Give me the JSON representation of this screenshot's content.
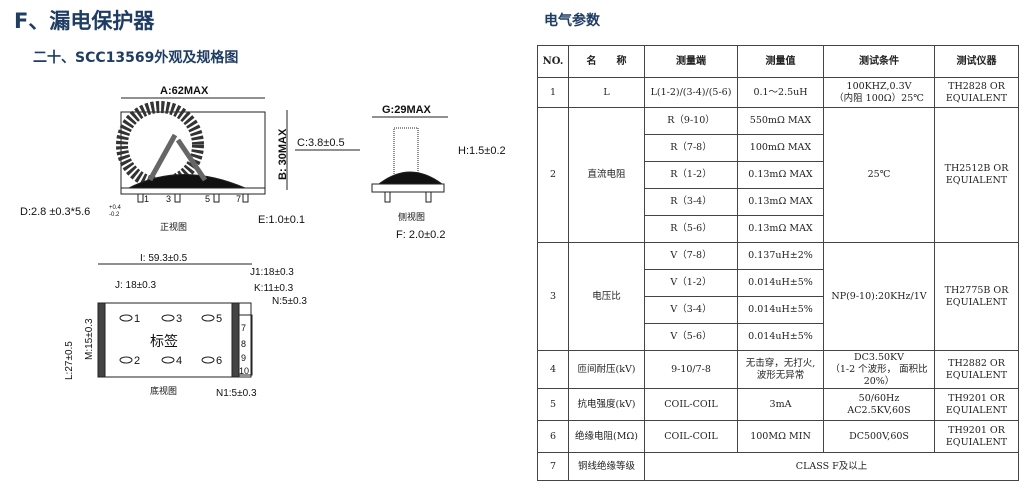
{
  "title": "F、漏电保护器",
  "subtitle": "二十、SCC13569外观及规格图",
  "table_title": "电气参数",
  "drawing": {
    "a": "A:62MAX",
    "b": "B: 30MAX",
    "c": "C:3.8±0.5",
    "d": "D:2.8 ±0.3*5.6",
    "d_tol_up": "+0.4",
    "d_tol_dn": "-0.2",
    "e": "E:1.0±0.1",
    "front_caption": "正视图",
    "g": "G:29MAX",
    "h": "H:1.5±0.2",
    "f": "F: 2.0±0.2",
    "side_caption": "侧视图",
    "i": "I: 59.3±0.5",
    "j": "J: 18±0.3",
    "j1": "J1:18±0.3",
    "k": "K:11±0.3",
    "n": "N:5±0.3",
    "l": "L:27±0.5",
    "m": "M:15±0.3",
    "n1": "N1:5±0.3",
    "label": "标签",
    "bottom_caption": "底视图",
    "pins_front": [
      "1",
      "3",
      "5",
      "7"
    ],
    "pins": [
      "1",
      "3",
      "5",
      "2",
      "4",
      "6",
      "7",
      "8",
      "9",
      "10"
    ]
  },
  "table": {
    "headers": [
      "NO.",
      "名　　称",
      "测量端",
      "测量值",
      "测试条件",
      "测试仪器"
    ],
    "r1": {
      "no": "1",
      "name": "L",
      "port": "L(1-2)/(3-4)/(5-6)",
      "value": "0.1～2.5uH",
      "cond1": "100KHZ,0.3V",
      "cond2": "（内阻 100Ω）25℃",
      "inst1": "TH2828 OR",
      "inst2": "EQUIALENT"
    },
    "r2": {
      "no": "2",
      "name": "直流电阻",
      "ports": [
        "R（9-10）",
        "R（7-8）",
        "R（1-2）",
        "R（3-4）",
        "R（5-6）"
      ],
      "values": [
        "550mΩ MAX",
        "100mΩ MAX",
        "0.13mΩ MAX",
        "0.13mΩ MAX",
        "0.13mΩ MAX"
      ],
      "cond": "25℃",
      "inst1": "TH2512B OR",
      "inst2": "EQUIALENT"
    },
    "r3": {
      "no": "3",
      "name": "电压比",
      "ports": [
        "V（7-8）",
        "V（1-2）",
        "V（3-4）",
        "V（5-6）"
      ],
      "values": [
        "0.137uH±2%",
        "0.014uH±5%",
        "0.014uH±5%",
        "0.014uH±5%"
      ],
      "cond": "NP(9-10):20KHz/1V",
      "inst1": "TH2775B OR",
      "inst2": "EQUIALENT"
    },
    "r4": {
      "no": "4",
      "name": "匝间耐压(kV)",
      "port": "9-10/7-8",
      "value1": "无击穿，无打火,",
      "value2": "波形无异常",
      "cond1": "DC3.50KV",
      "cond2": "（1-2 个波形， 面积比",
      "cond3": "20%）",
      "inst1": "TH2882 OR",
      "inst2": "EQUIALENT"
    },
    "r5": {
      "no": "5",
      "name": "抗电强度(kV)",
      "port": "COIL-COIL",
      "value": "3mA",
      "cond": "50/60Hz AC2.5KV,60S",
      "inst1": "TH9201 OR",
      "inst2": "EQUIALENT"
    },
    "r6": {
      "no": "6",
      "name": "绝缘电阻(MΩ)",
      "port": "COIL-COIL",
      "value": "100MΩ MIN",
      "cond": "DC500V,60S",
      "inst1": "TH9201 OR",
      "inst2": "EQUIALENT"
    },
    "r7": {
      "no": "7",
      "name": "铜线绝缘等级",
      "value": "CLASS F及以上"
    }
  }
}
